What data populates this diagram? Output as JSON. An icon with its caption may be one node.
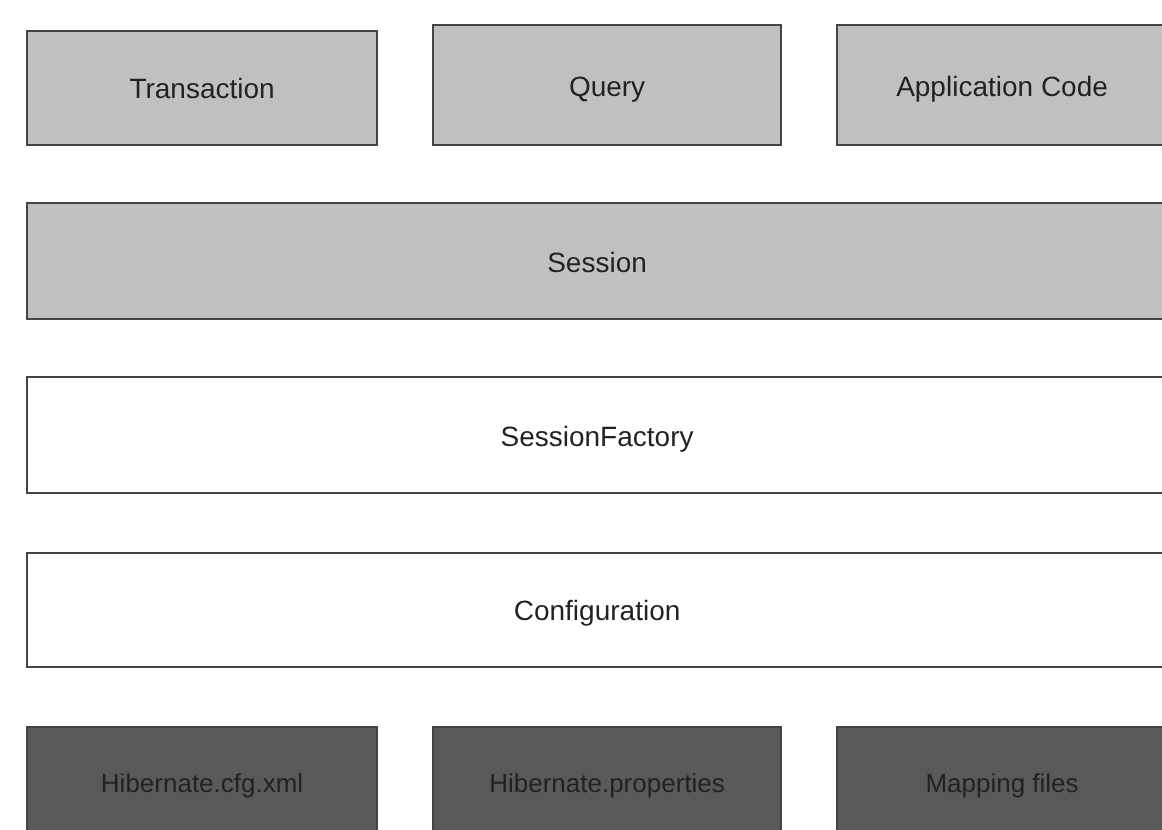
{
  "diagram": {
    "nodes": [
      {
        "text": [
          "Transaction"
        ]
      },
      {
        "text": [
          "Query"
        ]
      },
      {
        "text": [
          "Application Code"
        ]
      },
      {
        "text": [
          "Session"
        ]
      },
      {
        "text": [
          "SessionFactory"
        ]
      },
      {
        "text": [
          "Configuration"
        ]
      },
      {
        "text": [
          "Hibernate.cfg.xml"
        ]
      },
      {
        "text": [
          "Hibernate.properties"
        ]
      },
      {
        "text": [
          "Mapping files"
        ]
      }
    ]
  }
}
